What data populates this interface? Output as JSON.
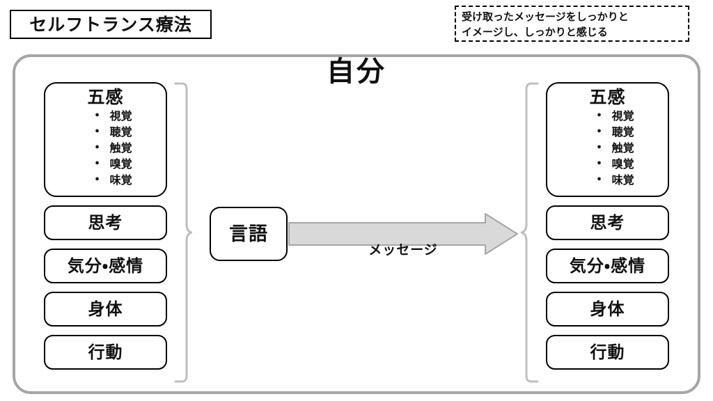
{
  "title_chip": {
    "label": "セルフトランス療法"
  },
  "note": {
    "lines": [
      "受け取ったメッセージをしっかりと",
      "イメージし、しっかりと感じる"
    ]
  },
  "diagram": {
    "heading": "自分",
    "center_node": {
      "label": "言語"
    },
    "arrow": {
      "label": "メッセージ",
      "direction": "left-to-right",
      "fill_color": "#d9d9d9",
      "stroke_color": "#a6a6a6"
    },
    "brace_color": "#bfbfbf",
    "outer_border_color": "#a6a6a6",
    "columns": [
      {
        "side": "left",
        "nodes": [
          {
            "label": "五感",
            "type": "senses",
            "bullet": "•",
            "items": [
              "視覚",
              "聴覚",
              "触覚",
              "嗅覚",
              "味覚"
            ]
          },
          {
            "label": "思考",
            "type": "simple"
          },
          {
            "label": "気分・感情",
            "type": "simple"
          },
          {
            "label": "身体",
            "type": "simple"
          },
          {
            "label": "行動",
            "type": "simple"
          }
        ]
      },
      {
        "side": "right",
        "nodes": [
          {
            "label": "五感",
            "type": "senses",
            "bullet": "•",
            "items": [
              "視覚",
              "聴覚",
              "触覚",
              "嗅覚",
              "味覚"
            ]
          },
          {
            "label": "思考",
            "type": "simple"
          },
          {
            "label": "気分・感情",
            "type": "simple"
          },
          {
            "label": "身体",
            "type": "simple"
          },
          {
            "label": "行動",
            "type": "simple"
          }
        ]
      }
    ]
  }
}
